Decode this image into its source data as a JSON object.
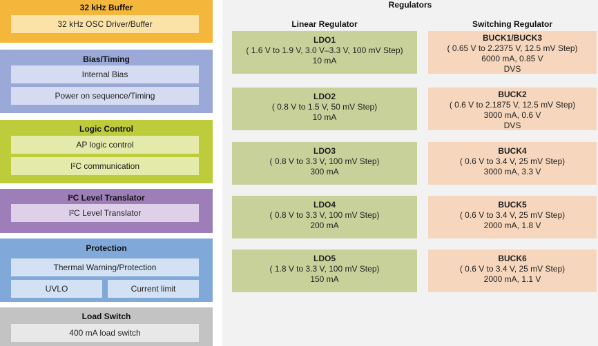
{
  "left_blocks": {
    "buffer": {
      "title": "32 kHz Buffer",
      "items": [
        "32 kHz OSC Driver/Buffer"
      ]
    },
    "bias": {
      "title": "Bias/Timing",
      "items": [
        "Internal Bias",
        "Power on sequence/Timing"
      ]
    },
    "logic": {
      "title": "Logic Control",
      "items": [
        "AP logic control",
        "I²C communication"
      ]
    },
    "i2c": {
      "title": "I²C Level Translator",
      "items": [
        "I²C Level Translator"
      ]
    },
    "protection": {
      "title": "Protection",
      "items": [
        "Thermal Warning/Protection",
        "UVLO",
        "Current limit"
      ]
    },
    "load_switch": {
      "title": "Load Switch",
      "items": [
        "400 mA load switch"
      ]
    }
  },
  "regulators": {
    "title": "Regulators",
    "linear_header": "Linear Regulator",
    "switching_header": "Switching Regulator",
    "ldos": [
      {
        "name": "LDO1",
        "range": "( 1.6 V to 1.9 V, 3.0 V–3.3 V, 100 mV Step)",
        "current": "10 mA"
      },
      {
        "name": "LDO2",
        "range": "( 0.8 V to 1.5 V, 50 mV Step)",
        "current": "10 mA"
      },
      {
        "name": "LDO3",
        "range": "( 0.8 V to 3.3 V, 100 mV Step)",
        "current": "300 mA"
      },
      {
        "name": "LDO4",
        "range": "( 0.8 V to 3.3 V, 100 mV Step)",
        "current": "200 mA"
      },
      {
        "name": "LDO5",
        "range": "( 1.8 V to 3.3 V, 100 mV Step)",
        "current": "150 mA"
      }
    ],
    "bucks": [
      {
        "name": "BUCK1/BUCK3",
        "range": "( 0.65 V to 2.2375 V, 12.5 mV Step)",
        "rating": "6000 mA, 0.85 V",
        "extra": "DVS"
      },
      {
        "name": "BUCK2",
        "range": "( 0.6 V to 2.1875 V, 12.5 mV Step)",
        "rating": "3000 mA, 0.6 V",
        "extra": "DVS"
      },
      {
        "name": "BUCK4",
        "range": "( 0.6 V to 3.4 V, 25 mV Step)",
        "rating": "3000 mA, 3.3 V",
        "extra": ""
      },
      {
        "name": "BUCK5",
        "range": "( 0.6 V to 3.4 V, 25 mV Step)",
        "rating": "2000 mA, 1.8 V",
        "extra": ""
      },
      {
        "name": "BUCK6",
        "range": "( 0.6 V to 3.4 V, 25 mV Step)",
        "rating": "2000 mA, 1.1 V",
        "extra": ""
      }
    ]
  }
}
